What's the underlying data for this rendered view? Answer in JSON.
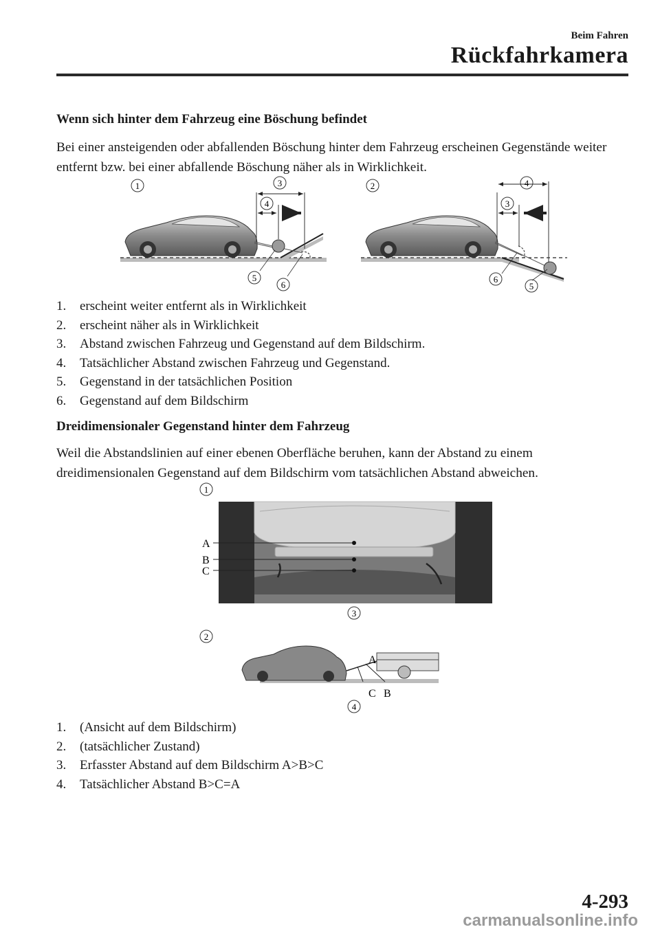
{
  "header": {
    "section": "Beim Fahren",
    "title": "Rückfahrkamera"
  },
  "section1": {
    "heading": "Wenn sich hinter dem Fahrzeug eine Böschung befindet",
    "paragraph": "Bei einer ansteigenden oder abfallenden Böschung hinter dem Fahrzeug erscheinen Gegenstände weiter entfernt bzw. bei einer abfallende Böschung näher als in Wirklichkeit.",
    "figure_callouts": [
      "1",
      "2",
      "3",
      "4",
      "5",
      "6"
    ],
    "items": [
      {
        "num": "1.",
        "text": "erscheint weiter entfernt als in Wirklichkeit"
      },
      {
        "num": "2.",
        "text": "erscheint näher als in Wirklichkeit"
      },
      {
        "num": "3.",
        "text": "Abstand zwischen Fahrzeug und Gegenstand auf dem Bildschirm."
      },
      {
        "num": "4.",
        "text": "Tatsächlicher Abstand zwischen Fahrzeug und Gegenstand."
      },
      {
        "num": "5.",
        "text": "Gegenstand in der tatsächlichen Position"
      },
      {
        "num": "6.",
        "text": "Gegenstand auf dem Bildschirm"
      }
    ]
  },
  "section2": {
    "heading": "Dreidimensionaler Gegenstand hinter dem Fahrzeug",
    "paragraph": "Weil die Abstandslinien auf einer ebenen Oberfläche beruhen, kann der Abstand zu einem dreidimensionalen Gegenstand auf dem Bildschirm vom tatsächlichen Abstand abweichen.",
    "figure_callouts": [
      "1",
      "2",
      "3",
      "4"
    ],
    "figure_letters": {
      "a": "A",
      "b": "B",
      "c": "C"
    },
    "items": [
      {
        "num": "1.",
        "text": "(Ansicht auf dem Bildschirm)"
      },
      {
        "num": "2.",
        "text": "(tatsächlicher Zustand)"
      },
      {
        "num": "3.",
        "text": "Erfasster Abstand auf dem Bildschirm A>B>C"
      },
      {
        "num": "4.",
        "text": "Tatsächlicher Abstand B>C=A"
      }
    ]
  },
  "footer": {
    "page_number": "4-293",
    "watermark": "carmanualsonline.info"
  }
}
